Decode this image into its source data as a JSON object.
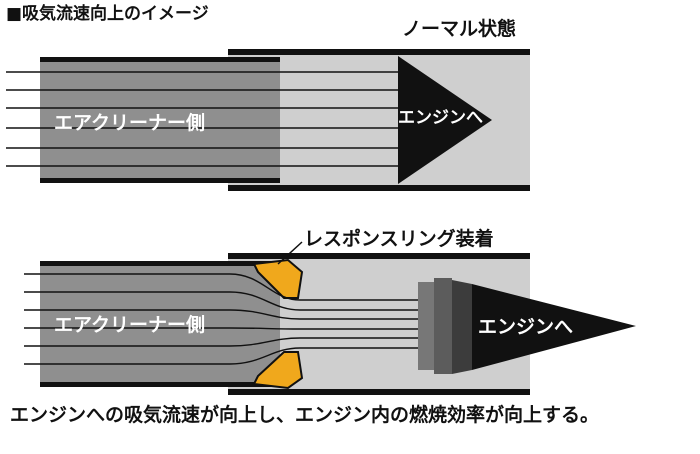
{
  "title": "■吸気流速向上のイメージ",
  "top_diagram": {
    "label": "ノーマル状態",
    "air_side": "エアクリーナー側",
    "to_engine": "エンジンへ"
  },
  "bottom_diagram": {
    "label": "レスポンスリング装着",
    "air_side": "エアクリーナー側",
    "to_engine": "エンジンへ"
  },
  "caption": "エンジンへの吸気流速が向上し、エンジン内の燃焼効率が向上する。",
  "colors": {
    "pipe_light": "#cfcfcf",
    "pipe_dark": "#8f8f8f",
    "pipe_wall": "#111111",
    "ring": "#f0a81c",
    "arrow": "#111111",
    "flow_line": "#111111"
  }
}
